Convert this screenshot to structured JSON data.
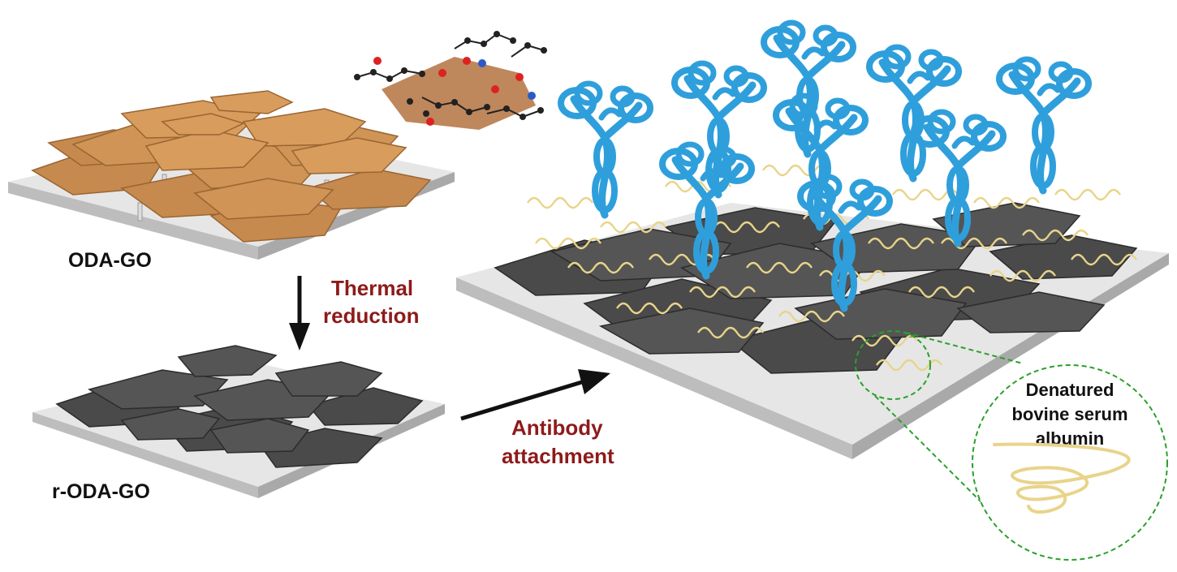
{
  "labels": {
    "oda_go": "ODA-GO",
    "r_oda_go": "r-ODA-GO",
    "step1_line1": "Thermal",
    "step1_line2": "reduction",
    "step2_line1": "Antibody",
    "step2_line2": "attachment",
    "zoom_line1": "Denatured",
    "zoom_line2": "bovine serum",
    "zoom_line3": "albumin"
  },
  "colors": {
    "go_sheet": "#c68a4e",
    "rgo_sheet": "#4a4a4a",
    "substrate": "#d4d4d4",
    "antibody": "#2f9fdc",
    "bsa": "#e8d48a",
    "step_text": "#8e1a1a",
    "zoom_outline": "#2aa02a"
  }
}
